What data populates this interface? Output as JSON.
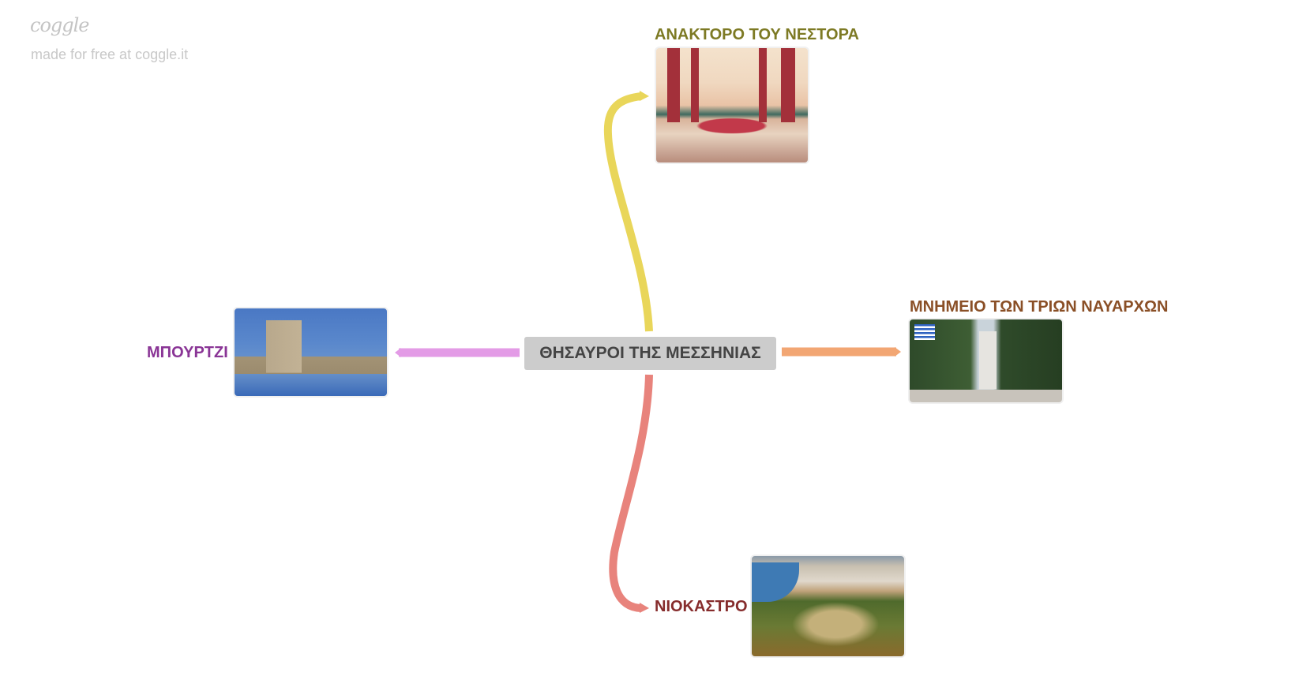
{
  "branding": {
    "logo": "coggle",
    "tagline": "made for free at coggle.it"
  },
  "central_node": {
    "label": "ΘΗΣΑΥΡΟΙ ΤΗΣ ΜΕΣΣΗΝΙΑΣ"
  },
  "branches": [
    {
      "label": "ΑΝΑΚΤΟΡΟ ΤΟΥ ΝΕΣΤΟΡΑ",
      "color": "#e9d65a",
      "text_color": "#7d7a24"
    },
    {
      "label": "ΜΠΟΥΡΤΖΙ",
      "color": "#e39be6",
      "text_color": "#8a3596"
    },
    {
      "label": "ΜΝΗΜΕΙΟ ΤΩΝ ΤΡΙΩΝ ΝΑΥΑΡΧΩΝ",
      "color": "#f2a673",
      "text_color": "#8a4f26"
    },
    {
      "label": "ΝΙΟΚΑΣΤΡΟ",
      "color": "#e8837c",
      "text_color": "#862c2c"
    }
  ]
}
